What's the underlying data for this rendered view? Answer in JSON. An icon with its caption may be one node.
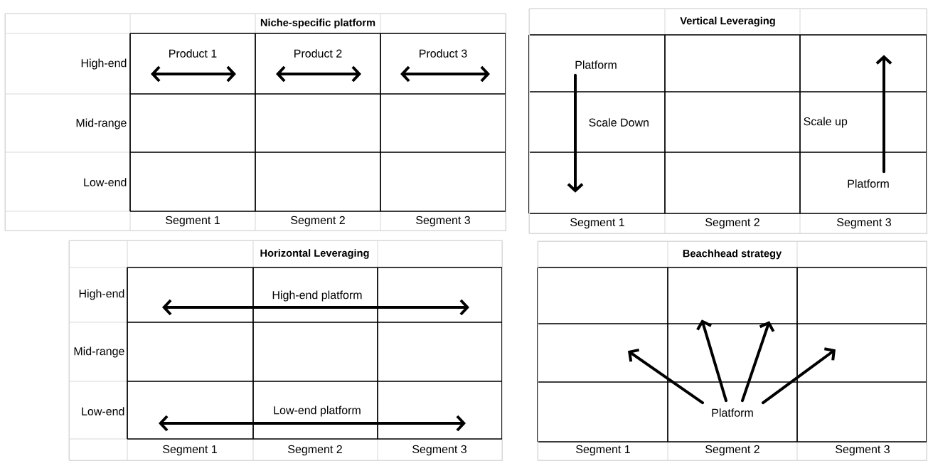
{
  "diagram": {
    "nodes": [
      {
        "text": [
          "Niche-specific platform"
        ]
      },
      {
        "text": [
          "Vertical Leveraging"
        ]
      },
      {
        "text": [
          "Platform"
        ],
        "in": 1
      },
      {
        "text": [
          "Platform"
        ],
        "in": 1
      },
      {
        "text": [
          "Horizontal Leveraging"
        ]
      },
      {
        "text": [
          "Beachhead strategy"
        ]
      },
      {
        "text": [
          "Platform"
        ],
        "in": 5
      }
    ],
    "edges": [
      {
        "from": 2,
        "to": null,
        "arrow": "to"
      },
      {
        "from": 3,
        "to": null,
        "arrow": "to"
      },
      {
        "from": 6,
        "to": null,
        "arrow": "to"
      },
      {
        "from": 6,
        "to": null,
        "arrow": "to"
      },
      {
        "from": 6,
        "to": null,
        "arrow": "to"
      },
      {
        "from": 6,
        "to": null,
        "arrow": "to"
      }
    ],
    "labels": [
      "High-end",
      "Product 1",
      "Product 2",
      "Product 3",
      "Mid-range",
      "Low-end",
      "Segment 1",
      "Segment 2",
      "Segment 3",
      "Scale Down",
      "Scale up",
      "Segment 1",
      "Segment 2",
      "Segment 3",
      "High-end",
      "High-end platform",
      "Mid-range",
      "Low-end",
      "Low-end platform",
      "Segment 1",
      "Segment 2",
      "Segment 3",
      "Segment 1",
      "Segment 2",
      "Segment 3"
    ]
  }
}
